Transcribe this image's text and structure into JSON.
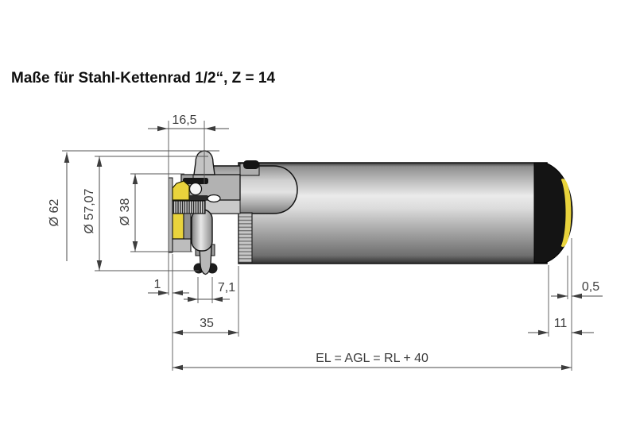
{
  "title": "Maße für Stahl-Kettenrad 1/2“, Z = 14",
  "dimensions": {
    "sprocket_offset": "16,5",
    "outer_diameter": "Ø 62",
    "pitch_diameter": "Ø 57,07",
    "hub_diameter": "Ø 38",
    "face_gap": "1",
    "tooth_width": "7,1",
    "drive_head_length": "35",
    "cap_lip": "0,5",
    "end_cap_length": "11",
    "overall_length_formula": "EL = AGL = RL + 40"
  },
  "colors": {
    "accent_yellow": "#e9d33c",
    "cap_black": "#141414",
    "tube_gray": "#b5b5b5",
    "dimension_line": "#4a4a4a",
    "label_text": "#3d3d3d"
  }
}
